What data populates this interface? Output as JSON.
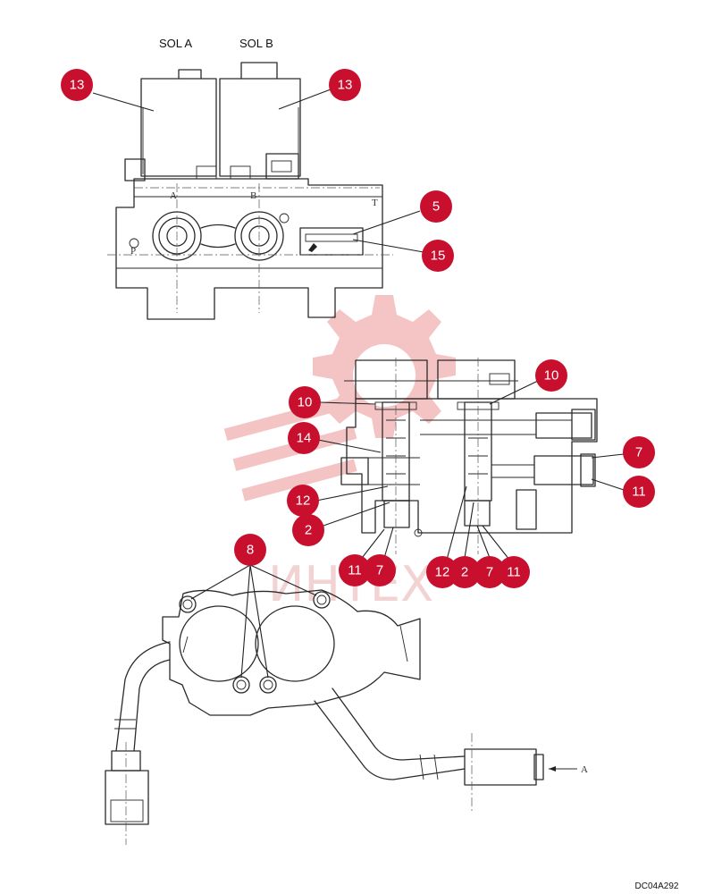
{
  "labels": {
    "sol_a": "SOL A",
    "sol_b": "SOL B",
    "port_a": "A",
    "port_b": "B",
    "port_p": "P",
    "port_t": "T",
    "view_arrow": "A",
    "drawing_code": "DC04A292"
  },
  "watermark": {
    "text": "ИНТЕХ",
    "color": "#e8a0a0"
  },
  "callout_color": "#c8102e",
  "callouts": [
    "13",
    "13",
    "5",
    "15",
    "10",
    "10",
    "14",
    "7",
    "11",
    "12",
    "2",
    "11",
    "7",
    "12",
    "2",
    "7",
    "11",
    "8"
  ]
}
